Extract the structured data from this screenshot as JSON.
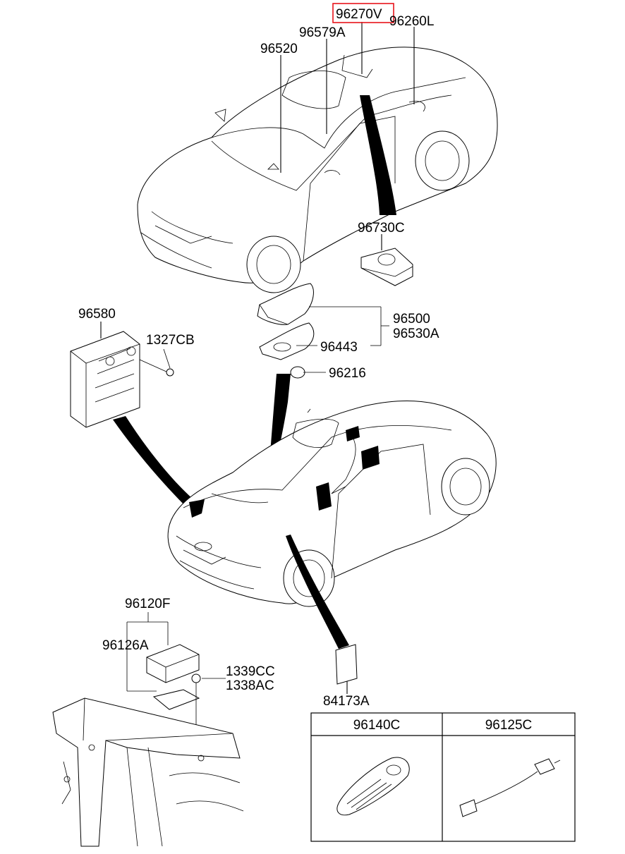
{
  "labels": {
    "p96270V": "96270V",
    "p96260L": "96260L",
    "p96579A": "96579A",
    "p96520": "96520",
    "p96730C": "96730C",
    "p96580": "96580",
    "p1327CB": "1327CB",
    "p96500": "96500",
    "p96530A": "96530A",
    "p96443": "96443",
    "p96216": "96216",
    "p96120F": "96120F",
    "p96126A": "96126A",
    "p1339CC": "1339CC",
    "p1338AC": "1338AC",
    "p84173A": "84173A"
  },
  "table": {
    "col1": "96140C",
    "col2": "96125C"
  },
  "highlight": {
    "part": "96270V",
    "color": "#e8141b"
  }
}
